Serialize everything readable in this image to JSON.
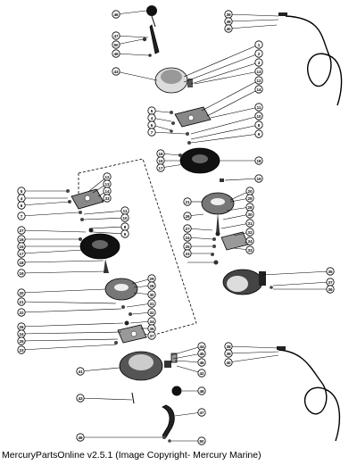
{
  "footer": {
    "caption": "MercuryPartsOnline v2.5.1 (Image Copyright- Mercury Marine)"
  },
  "diagram": {
    "callouts": [
      "46",
      "39",
      "38",
      "40",
      "47",
      "50",
      "49",
      "1",
      "2",
      "3",
      "43",
      "13",
      "12",
      "14",
      "5",
      "4",
      "6",
      "7",
      "11",
      "10",
      "8",
      "9",
      "16",
      "15",
      "17",
      "18",
      "19",
      "12",
      "13",
      "14",
      "33",
      "5",
      "4",
      "6",
      "7",
      "11",
      "10",
      "8",
      "9",
      "27",
      "16",
      "15",
      "17",
      "18",
      "19",
      "29",
      "28",
      "30",
      "31",
      "20",
      "21",
      "22",
      "32",
      "37",
      "36",
      "34",
      "35",
      "26",
      "24",
      "25",
      "23",
      "36",
      "37",
      "20",
      "29",
      "28",
      "30",
      "31",
      "32",
      "21",
      "34",
      "33",
      "26",
      "27",
      "24",
      "25",
      "23",
      "38",
      "39",
      "40",
      "44",
      "45",
      "41",
      "46",
      "42",
      "43",
      "48",
      "47",
      "49",
      "50"
    ]
  }
}
